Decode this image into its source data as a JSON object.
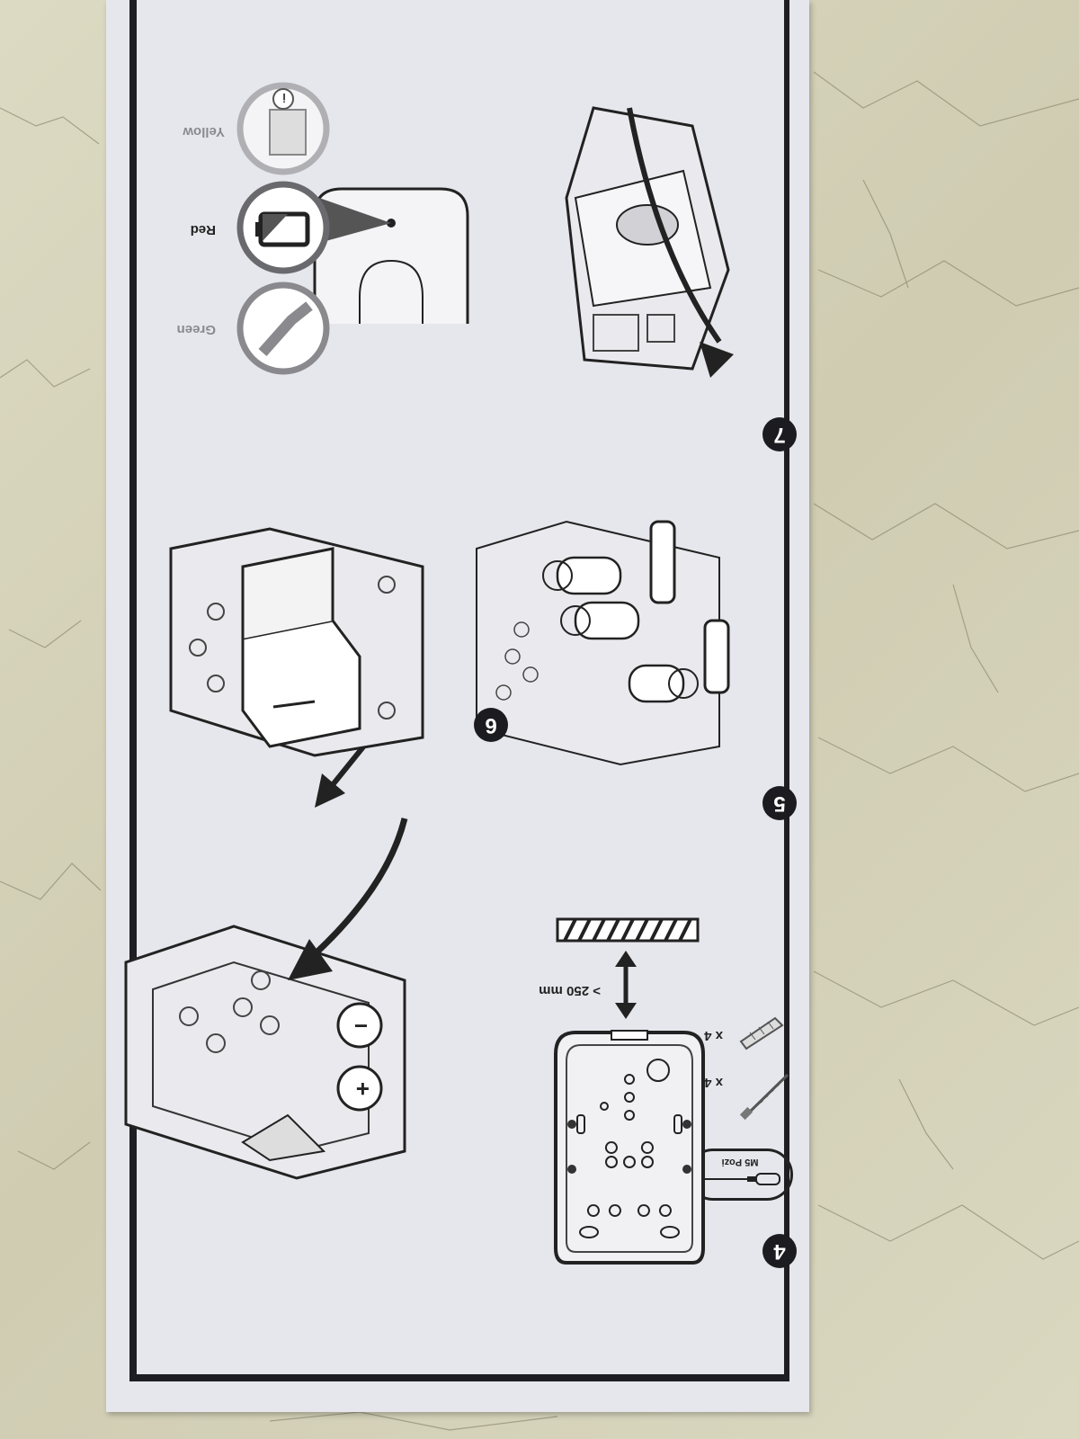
{
  "step_4": {
    "number": "4",
    "tool_label": "M5 Pozi",
    "screws_qty": "x 4",
    "plugs_qty": "x 4",
    "clearance_label": "> 250 mm",
    "icons": [
      "screwdriver-icon",
      "screw-icon",
      "wall-plug-icon",
      "base-plate-illustration",
      "hatched-ceiling-icon",
      "double-arrow-icon"
    ]
  },
  "step_5": {
    "number": "5",
    "icons": [
      "battery-insertion-illustration"
    ]
  },
  "step_6": {
    "number": "6",
    "icons": [
      "battery-pack-illustration",
      "push-arrow-icon"
    ]
  },
  "step_7": {
    "number": "7",
    "indicator_labels": {
      "green": "Green",
      "red": "Red",
      "yellow": "Yellow"
    },
    "icons": [
      "cover-close-illustration",
      "green-check-icon",
      "red-battery-icon",
      "yellow-info-icon"
    ]
  },
  "colors": {
    "paper": "#e6e7ec",
    "ink": "#1e1e22",
    "wall": "#d8d6bd",
    "indicator_gray": "#8a8a8e"
  }
}
